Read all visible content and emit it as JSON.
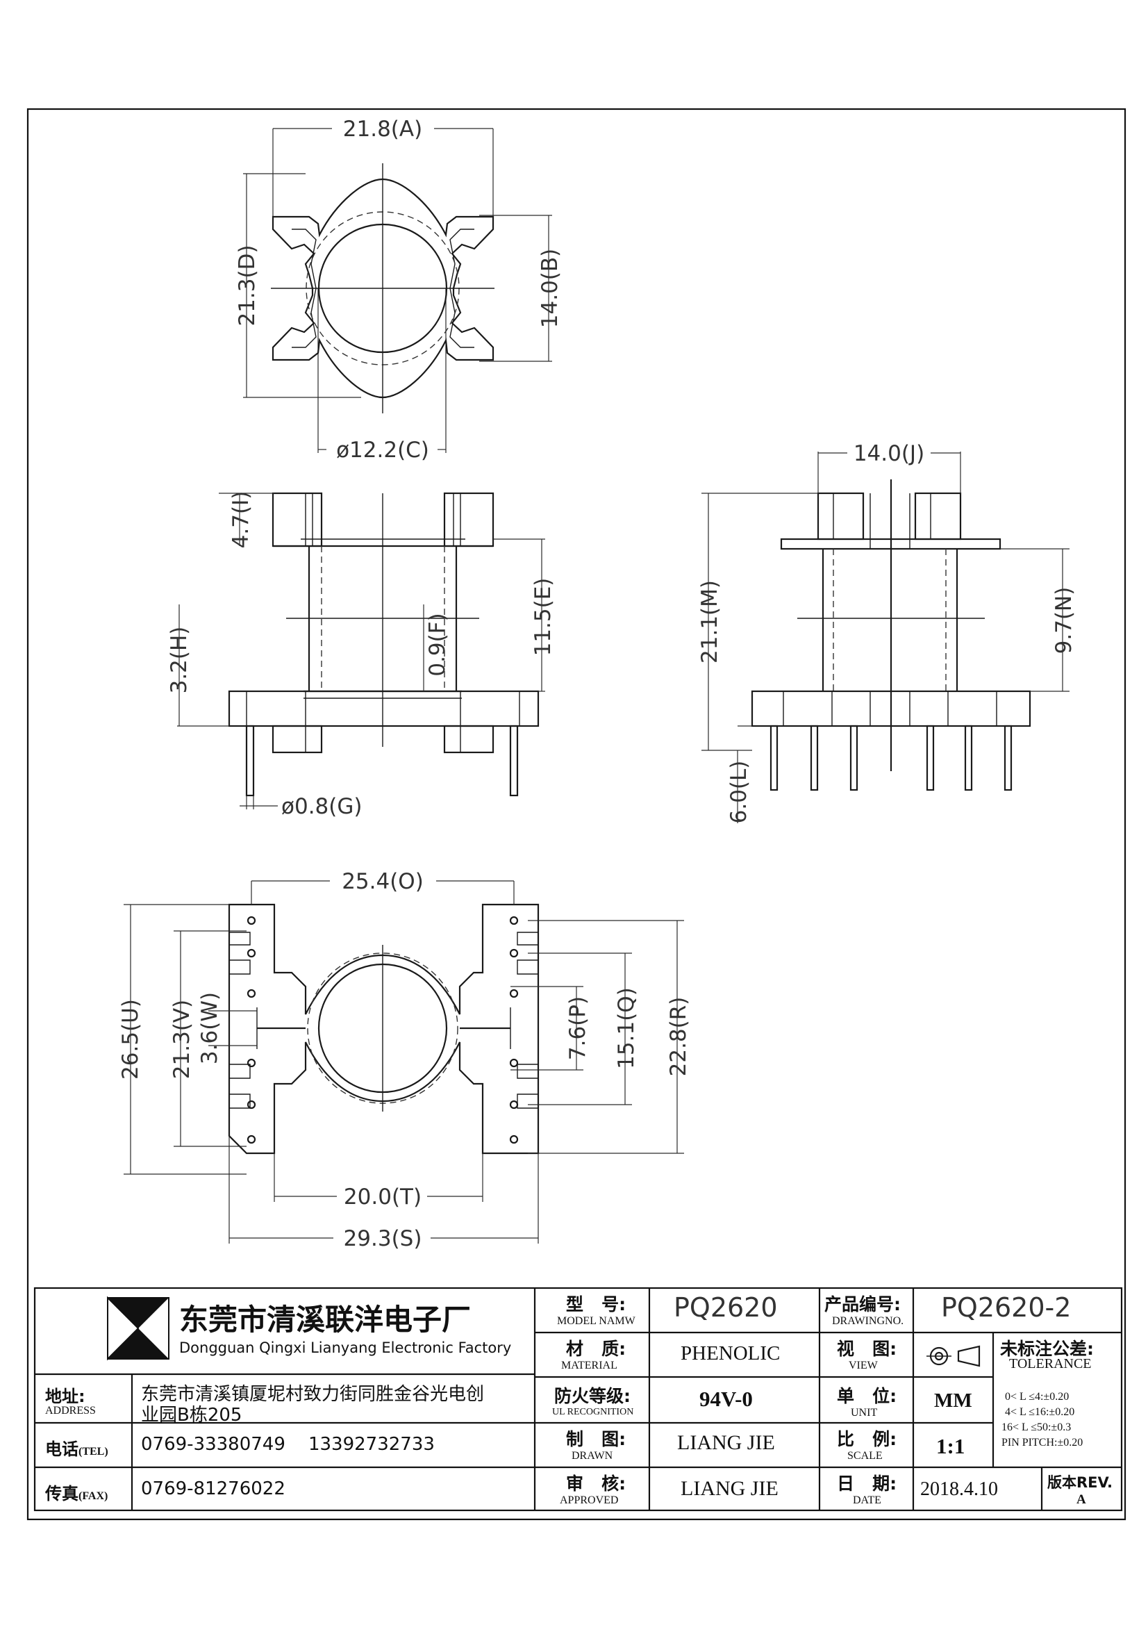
{
  "views": {
    "top_view": {
      "dims": {
        "A": "21.8(A)",
        "D": "21.3(D)",
        "B": "14.0(B)",
        "C": "ø12.2(C)"
      }
    },
    "front_view": {
      "dims": {
        "I": "4.7(I)",
        "H": "3.2(H)",
        "F": "0.9(F)",
        "E": "11.5(E)",
        "G": "ø0.8(G)"
      }
    },
    "side_view": {
      "dims": {
        "J": "14.0(J)",
        "M": "21.1(M)",
        "N": "9.7(N)",
        "L": "6.0(L)"
      }
    },
    "bottom_view": {
      "dims": {
        "O": "25.4(O)",
        "U": "26.5(U)",
        "V": "21.3(V)",
        "W": "3.6(W)",
        "P": "7.6(P)",
        "Q": "15.1(Q)",
        "R": "22.8(R)",
        "T": "20.0(T)",
        "S": "29.3(S)"
      }
    }
  },
  "title_block": {
    "company_cn": "东莞市清溪联洋电子厂",
    "company_en": "Dongguan Qingxi Lianyang Electronic Factory",
    "address_label_cn": "地址:",
    "address_label_en": "ADDRESS",
    "address_line1": "东莞市清溪镇厦坭村致力街同胜金谷光电创",
    "address_line2": "业园B栋205",
    "tel_label_cn": "电话",
    "tel_label_en": "(TEL)",
    "tel_value": "0769-33380749    13392732733",
    "fax_label_cn": "传真",
    "fax_label_en": "(FAX)",
    "fax_value": "0769-81276022",
    "model_label_cn": "型   号:",
    "model_label_en": "MODEL NAMW",
    "model_value": "PQ2620",
    "material_label_cn": "材   质:",
    "material_label_en": "MATERIAL",
    "material_value": "PHENOLIC",
    "ul_label_cn": "防火等级:",
    "ul_label_en": "UL RECOGNITION",
    "ul_value": "94V-0",
    "drawn_label_cn": "制   图:",
    "drawn_label_en": "DRAWN",
    "drawn_value": "LIANG JIE",
    "approved_label_cn": "审   核:",
    "approved_label_en": "APPROVED",
    "approved_value": "LIANG JIE",
    "drawingno_label_cn": "产品编号:",
    "drawingno_label_en": "DRAWINGNO.",
    "drawingno_value": "PQ2620-2",
    "view_label_cn": "视   图:",
    "view_label_en": "VIEW",
    "unit_label_cn": "单   位:",
    "unit_label_en": "UNIT",
    "unit_value": "MM",
    "scale_label_cn": "比   例:",
    "scale_label_en": "SCALE",
    "scale_value": "1:1",
    "date_label_cn": "日   期:",
    "date_label_en": "DATE",
    "date_value": "2018.4.10",
    "tolerance_title_cn": "未标注公差:",
    "tolerance_title_en": "TOLERANCE",
    "tolerance_lines": [
      "0< L ≤4:±0.20",
      "4< L ≤16:±0.20",
      "16< L ≤50:±0.3",
      "PIN PITCH:±0.20"
    ],
    "rev_label": "版本REV.",
    "rev_value": "A"
  }
}
